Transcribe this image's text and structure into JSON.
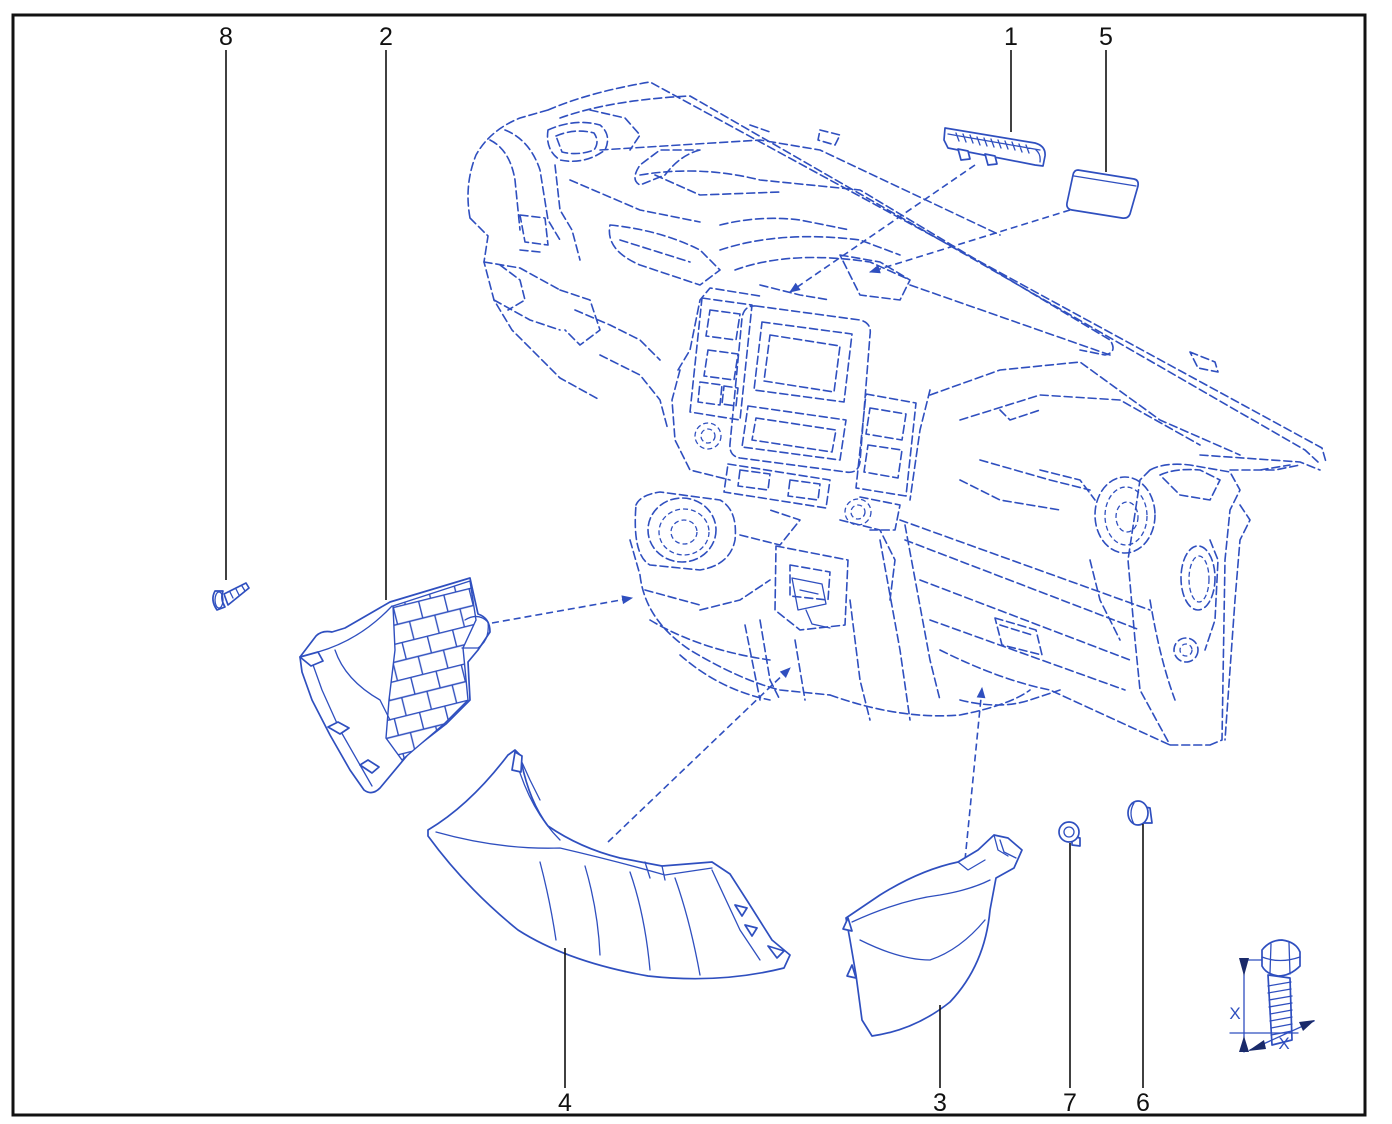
{
  "callouts": {
    "part_1": "1",
    "part_2": "2",
    "part_3": "3",
    "part_4": "4",
    "part_5": "5",
    "part_6": "6",
    "part_7": "7",
    "part_8": "8"
  },
  "bolt_detail": {
    "dim_label_length": "X",
    "dim_label_diameter": "X"
  },
  "colors": {
    "drawing_line": "#2f4fbf",
    "frame": "#111111",
    "text": "#111111"
  }
}
